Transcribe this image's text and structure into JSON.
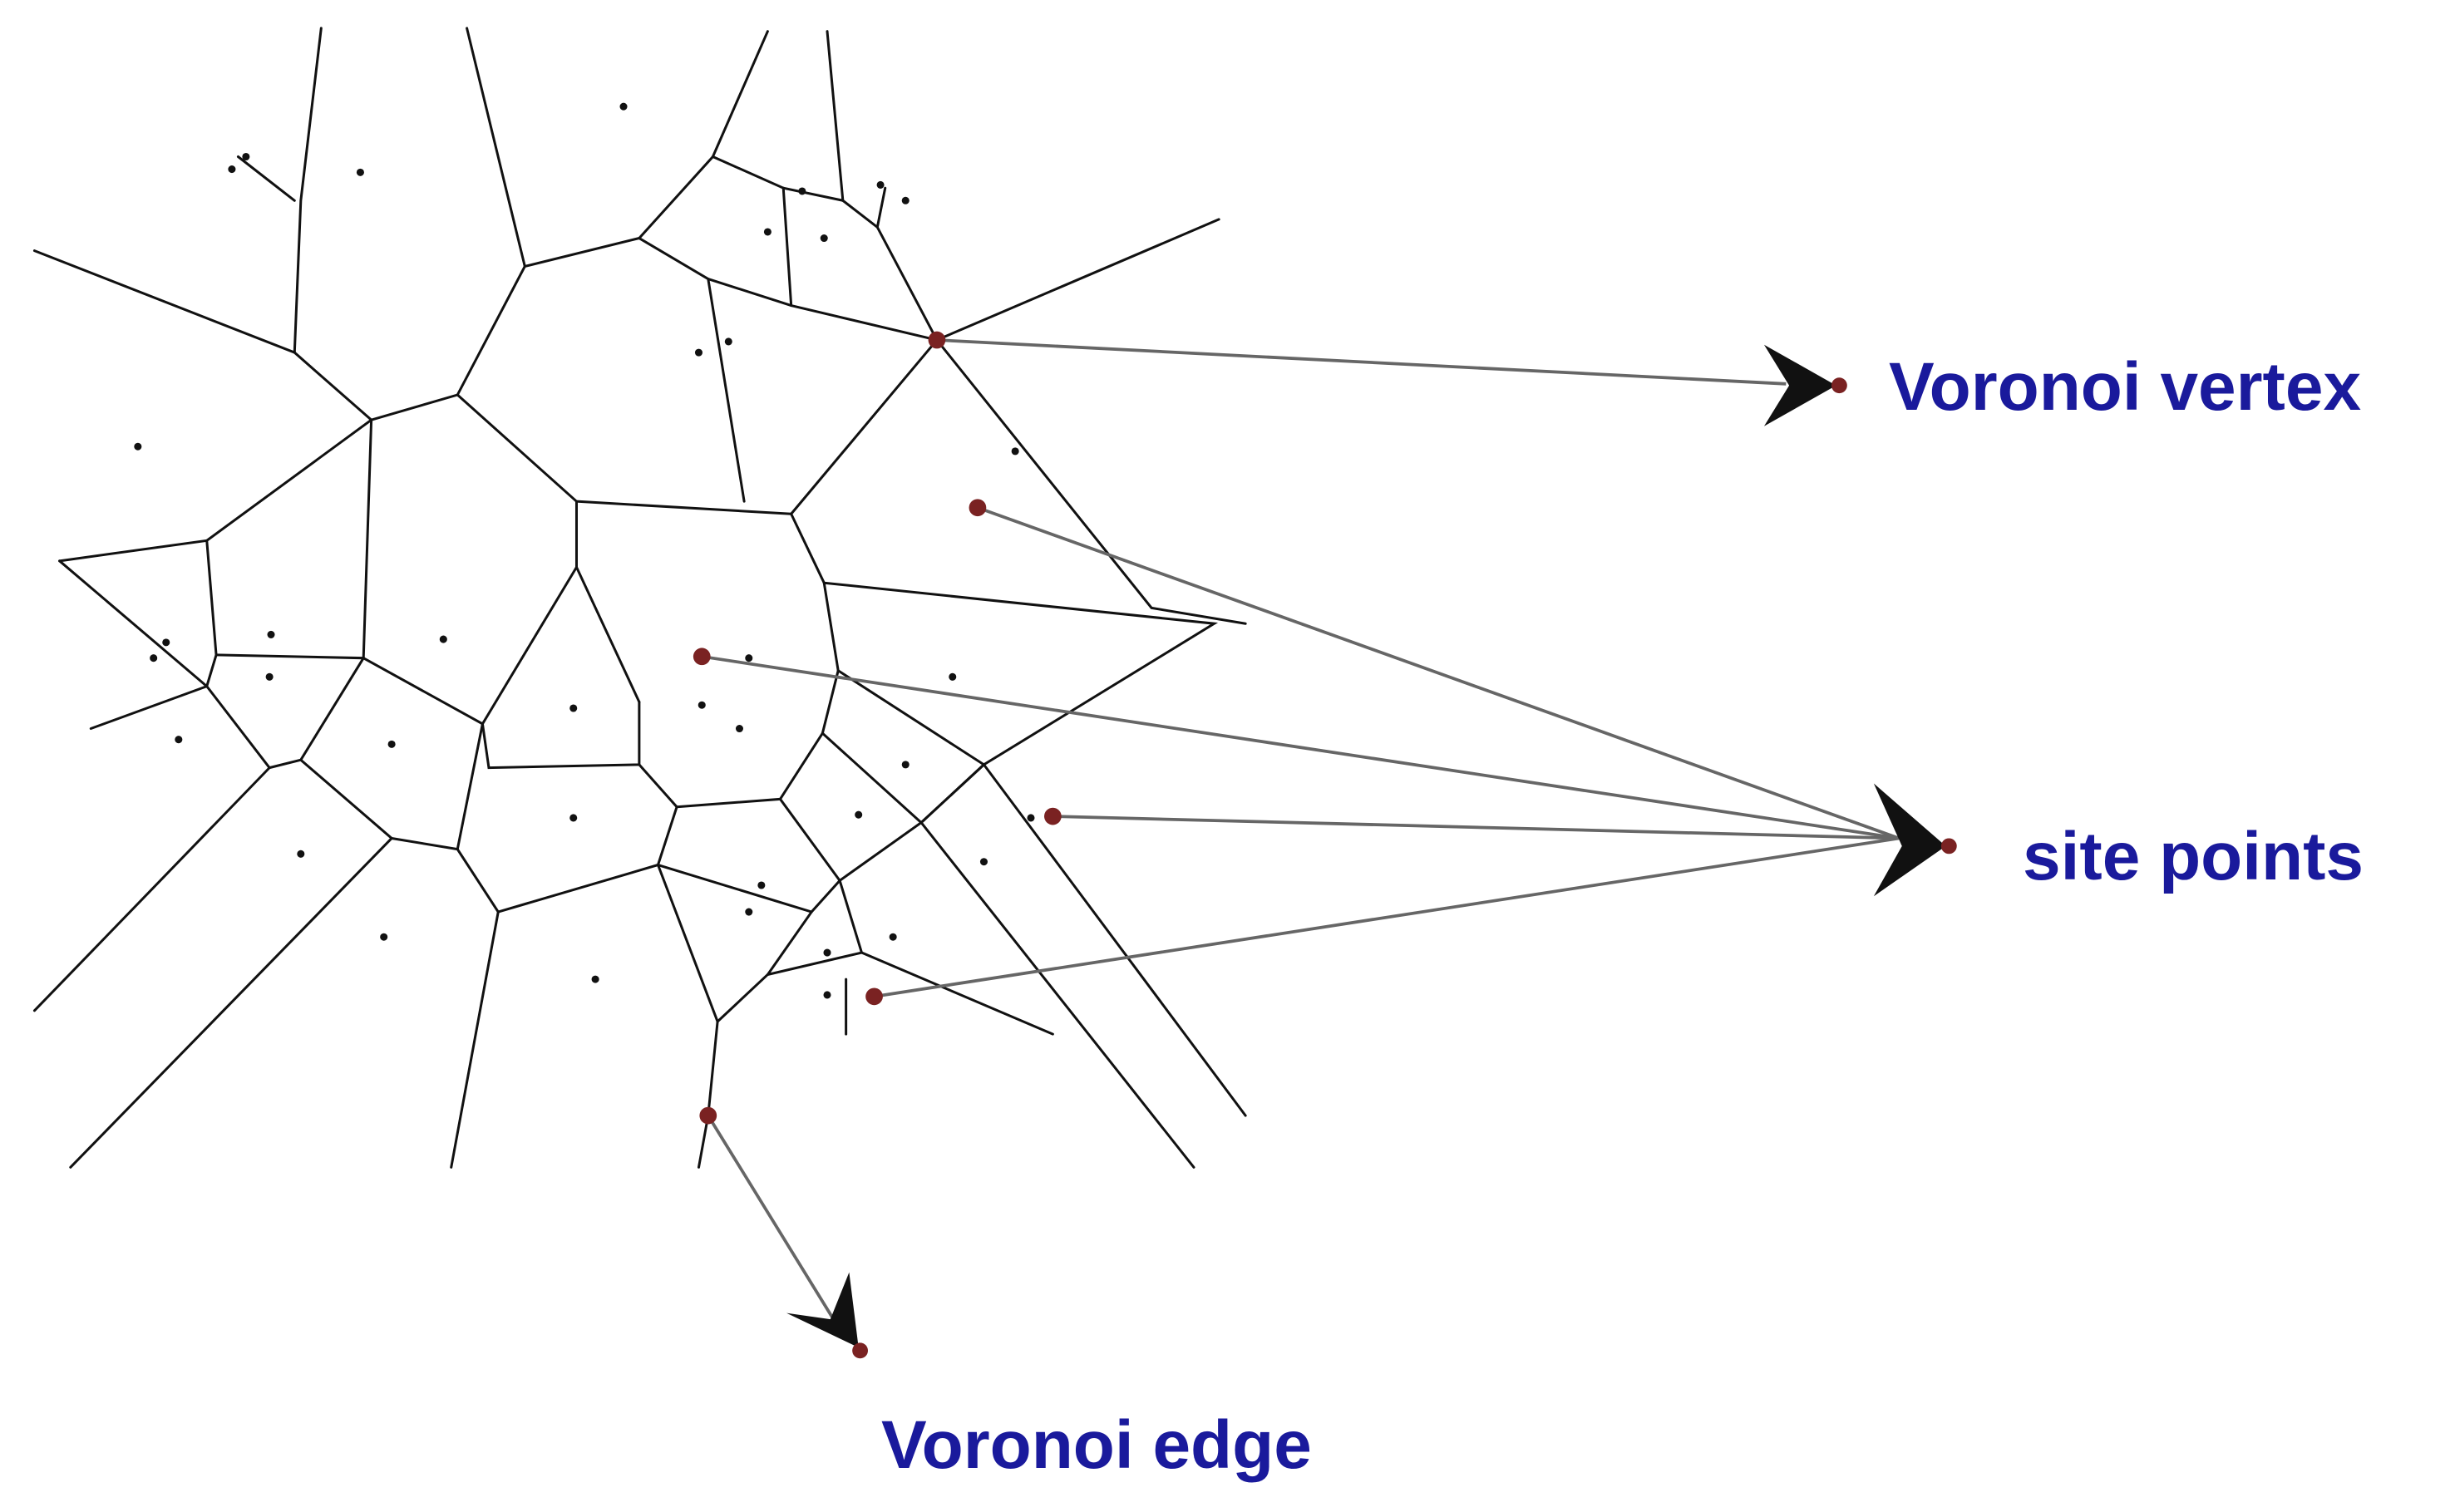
{
  "labels": {
    "vertex": "Voronoi vertex",
    "sites": "site points",
    "edge": "Voronoi edge"
  },
  "colors": {
    "label_text": "#1a1a9c",
    "edge_line": "#111111",
    "site_dot": "#111111",
    "marker": "#7a2222",
    "pointer_line": "#666666",
    "arrowhead": "#111111"
  }
}
